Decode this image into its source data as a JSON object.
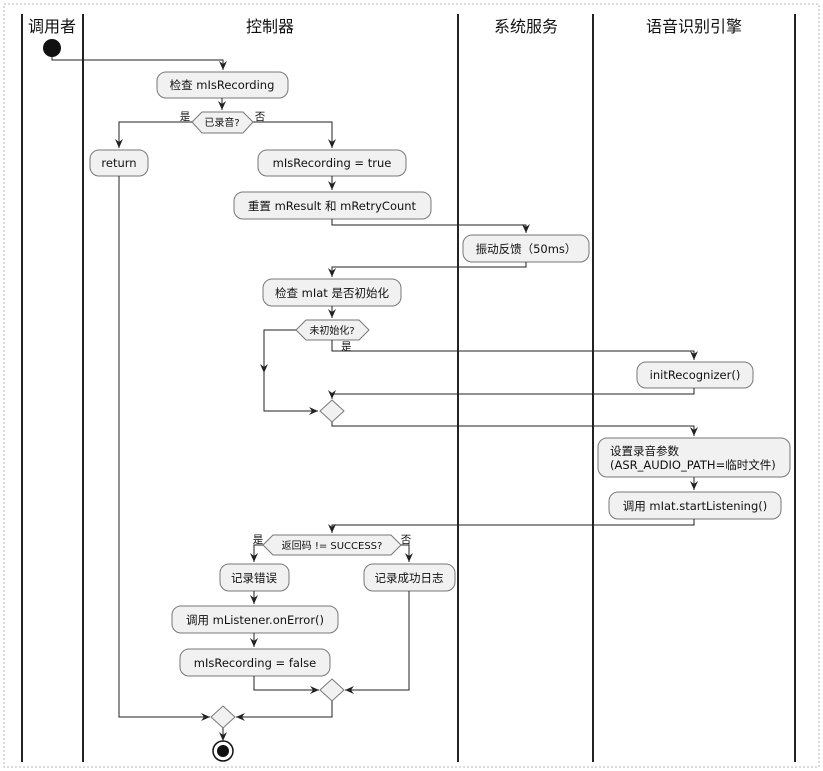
{
  "swimlanes": [
    "调用者",
    "控制器",
    "系统服务",
    "语音识别引擎"
  ],
  "nodes": {
    "check_recording": "检查 mIsRecording",
    "is_recording_decision": "已录音?",
    "return": "return",
    "set_recording_true": "mIsRecording = true",
    "reset": "重置 mResult 和 mRetryCount",
    "vibrate": "振动反馈（50ms）",
    "check_iat": "检查 mIat 是否初始化",
    "not_init_decision": "未初始化?",
    "init_recognizer": "initRecognizer()",
    "set_params_1": "设置录音参数",
    "set_params_2": "(ASR_AUDIO_PATH=临时文件)",
    "start_listening": "调用 mIat.startListening()",
    "retcode_decision": "返回码 != SUCCESS?",
    "log_error": "记录错误",
    "log_success": "记录成功日志",
    "on_error": "调用 mListener.onError()",
    "set_recording_false": "mIsRecording = false"
  },
  "branch_labels": {
    "recorded_yes": "是",
    "recorded_no": "否",
    "not_init_yes": "是",
    "retcode_yes": "是",
    "retcode_no": "否"
  }
}
